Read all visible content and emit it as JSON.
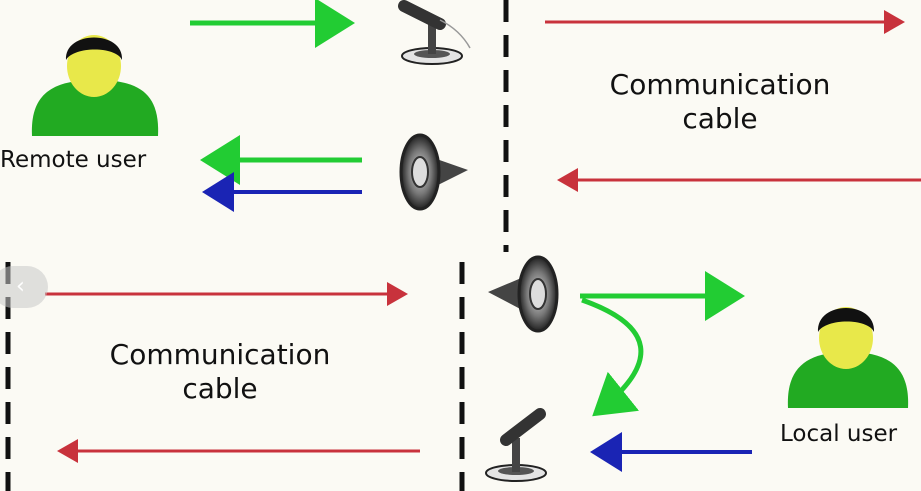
{
  "labels": {
    "remote_user": "Remote user",
    "local_user": "Local user",
    "cable_top": [
      "Communication",
      "cable"
    ],
    "cable_bottom": [
      "Communication",
      "cable"
    ]
  },
  "icons": {
    "user": "person-icon",
    "microphone": "microphone-icon",
    "speaker": "speaker-icon",
    "nav_previous": "chevron-left-icon"
  },
  "colors": {
    "green_signal": "#22cc33",
    "red_signal": "#c8323c",
    "blue_signal": "#1a24b4",
    "user_body": "#22aa22",
    "user_face": "#e8e84a",
    "user_hair": "#111111"
  }
}
